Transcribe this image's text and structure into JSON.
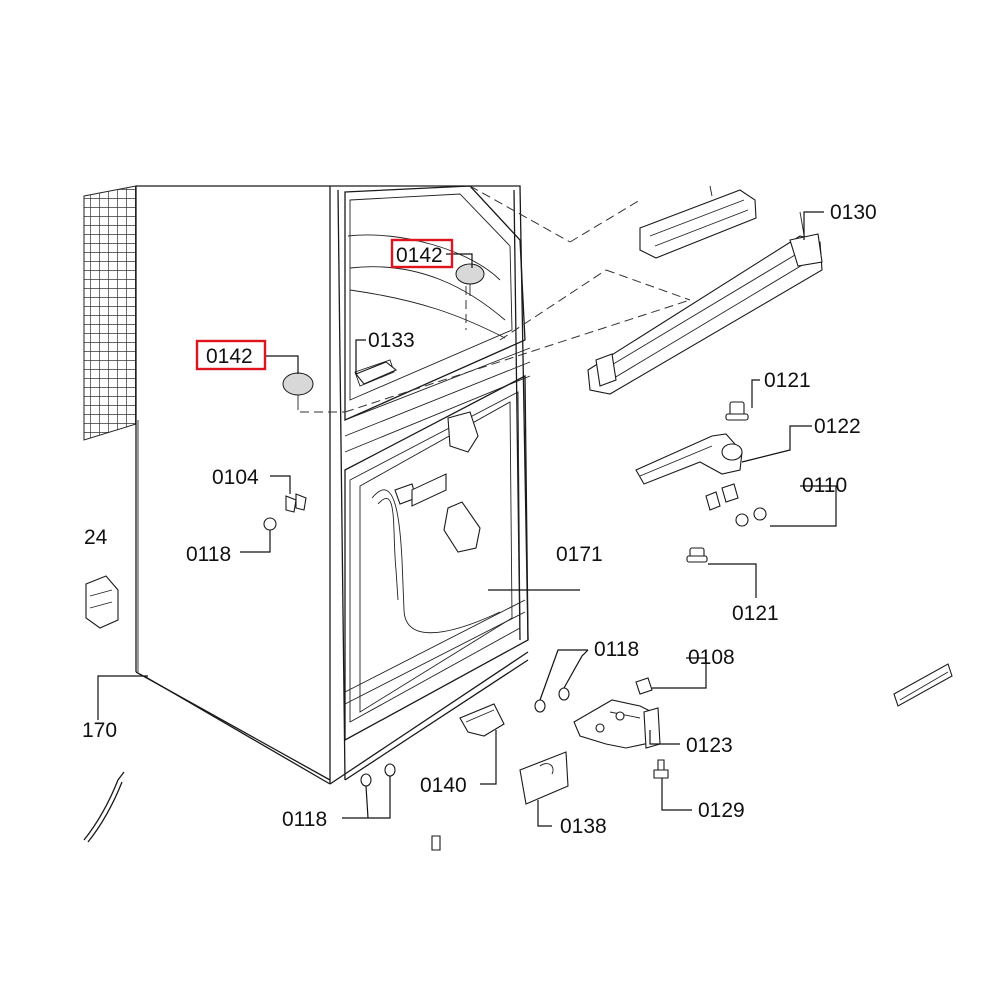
{
  "labels": {
    "l0130": "0130",
    "l0142a": "0142",
    "l0142b": "0142",
    "l0133": "0133",
    "l0121a": "0121",
    "l0122": "0122",
    "l0110": "0110",
    "l0104": "0104",
    "l0118a": "0118",
    "l24": "24",
    "l0171": "0171",
    "l0121b": "0121",
    "l0118b": "0118",
    "l0108": "0108",
    "l170": "170",
    "l0123": "0123",
    "l0140": "0140",
    "l0129": "0129",
    "l0118c": "0118",
    "l0138": "0138"
  },
  "highlight_color": "#e0141e"
}
